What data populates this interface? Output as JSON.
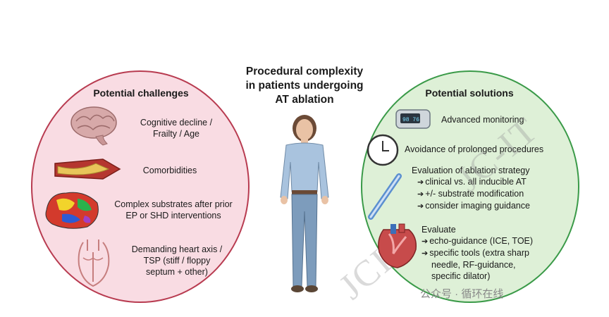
{
  "title": {
    "line1": "Procedural complexity",
    "line2": "in patients undergoing",
    "line3": "AT ablation"
  },
  "challenges": {
    "heading": "Potential challenges",
    "items": [
      {
        "lines": [
          "Cognitive decline /",
          "Frailty / Age"
        ],
        "icon": "brain-icon"
      },
      {
        "lines": [
          "Comorbidities"
        ],
        "icon": "blood-vessel-icon"
      },
      {
        "lines": [
          "Complex substrates after prior",
          "EP or SHD interventions"
        ],
        "icon": "electroanatomical-map-icon"
      },
      {
        "lines": [
          "Demanding heart axis /",
          "TSP (stiff / floppy",
          "septum + other)"
        ],
        "icon": "heart-outline-icon"
      }
    ]
  },
  "solutions": {
    "heading": "Potential solutions",
    "items": [
      {
        "lines": [
          "Advanced monitoring"
        ],
        "icon": "pulse-oximeter-icon"
      },
      {
        "lines": [
          "Avoidance of prolonged procedures"
        ],
        "icon": "clock-icon"
      },
      {
        "lines": [
          "Evaluation of ablation strategy"
        ],
        "subs": [
          "clinical vs. all inducible AT",
          "+/- substrate modification",
          "consider imaging guidance"
        ],
        "icon": "catheter-icon"
      },
      {
        "lines": [
          "Evaluate"
        ],
        "subs": [
          "echo-guidance (ICE, TOE)",
          "specific tools (extra sharp",
          "needle, RF-guidance,",
          "specific dilator)"
        ],
        "icon": "heart-anatomy-icon"
      }
    ]
  },
  "watermark": {
    "text": "公众号 · 循环在线",
    "diag1": "JC-IT",
    "diag2": "JCI"
  },
  "colors": {
    "challenge_border": "#b83b50",
    "challenge_fill": "#f9dce3",
    "solution_border": "#3a9a48",
    "solution_fill": "#def0d7"
  }
}
